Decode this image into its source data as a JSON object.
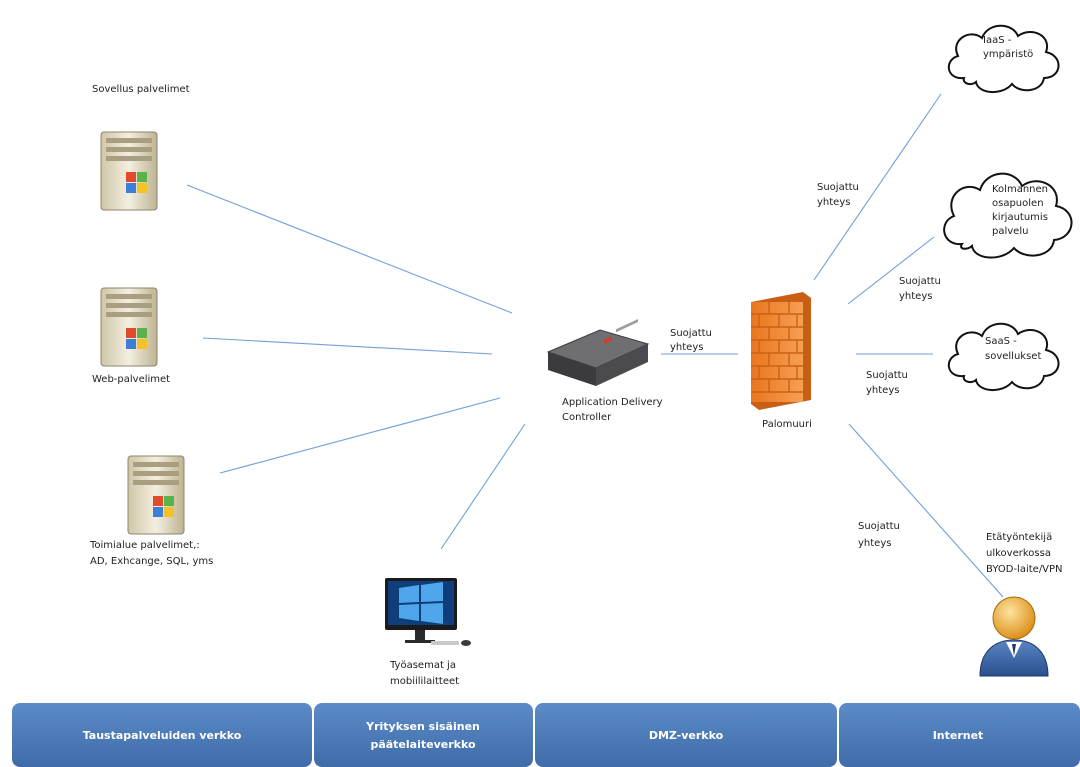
{
  "servers": {
    "app_label": "Sovellus palvelimet",
    "web_label": "Web-palvelimet",
    "domain_label_line1": "Toimialue palvelimet,:",
    "domain_label_line2": "AD, Exhcange, SQL, yms"
  },
  "workstation": {
    "label_line1": "Työasemat ja",
    "label_line2": "mobiililaitteet"
  },
  "adc": {
    "label_line1": "Application Delivery",
    "label_line2": "Controller",
    "link_line1": "Suojattu",
    "link_line2": "yhteys"
  },
  "firewall": {
    "label": "Palomuuri"
  },
  "clouds": {
    "iaas_line1": "IaaS -",
    "iaas_line2": "ympäristö",
    "third_line1": "Kolmannen",
    "third_line2": "osapuolen",
    "third_line3": "kirjautumis",
    "third_line4": "palvelu",
    "saas_line1": "SaaS -",
    "saas_line2": "sovellukset"
  },
  "links": {
    "iaas_line1": "Suojattu",
    "iaas_line2": "yhteys",
    "third_line1": "Suojattu",
    "third_line2": "yhteys",
    "saas_line1": "Suojattu",
    "saas_line2": "yhteys",
    "remote_line1": "Suojattu",
    "remote_line2": "yhteys"
  },
  "remote_worker": {
    "label_line1": "Etätyöntekijä",
    "label_line2": "ulkoverkossa",
    "label_line3": "BYOD-laite/VPN"
  },
  "zones": {
    "backend_line1": "Taustapalveluiden verkko",
    "internal_line1": "Yrityksen  sisäinen",
    "internal_line2": "päätelaiteverkko",
    "dmz_line1": "DMZ-verkko",
    "internet_line1": "Internet"
  },
  "colors": {
    "zone_bar": "#4a7ab8",
    "link_line": "#6f9fd8",
    "firewall": "#f28a2e"
  }
}
